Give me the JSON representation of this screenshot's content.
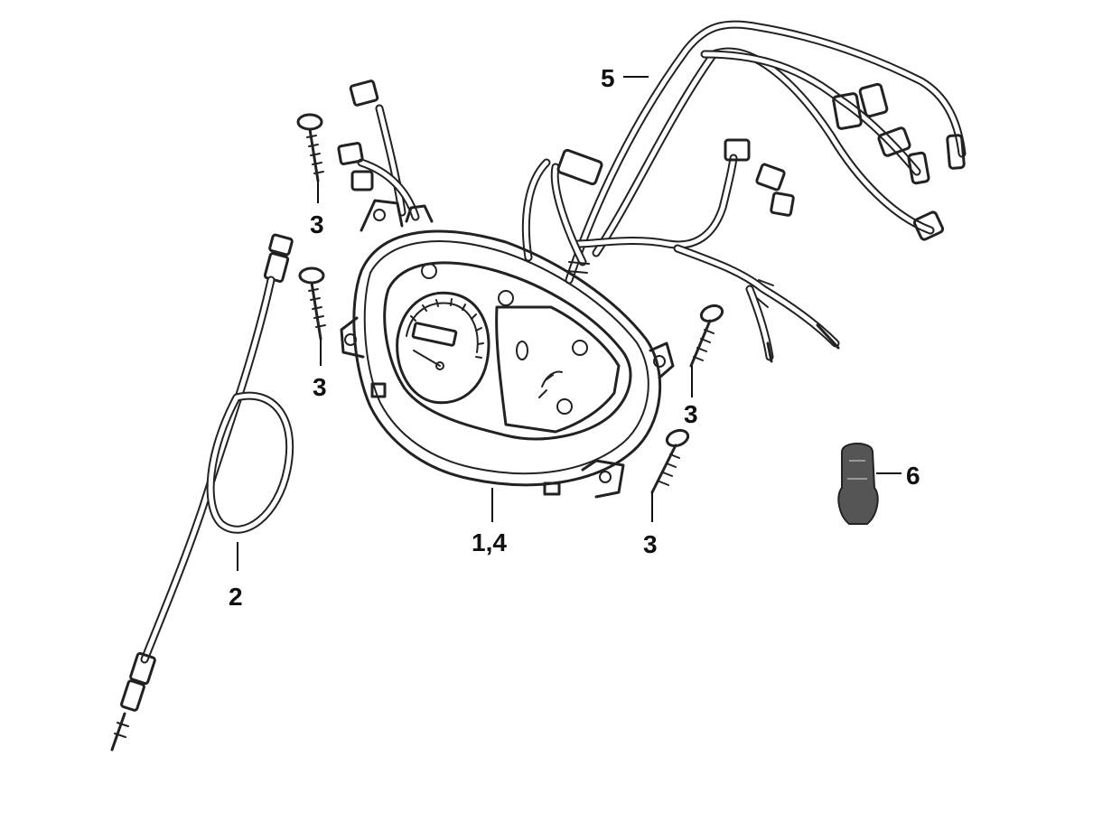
{
  "callouts": {
    "instrument_cluster": "1,4",
    "speedometer_cable": "2",
    "screw_upper_left": "3",
    "screw_mid_left": "3",
    "screw_right_upper": "3",
    "screw_right_lower": "3",
    "wiring_harness": "5",
    "bulb": "6"
  },
  "colors": {
    "line": "#222222",
    "background": "#ffffff",
    "bulb_fill": "#555555"
  }
}
